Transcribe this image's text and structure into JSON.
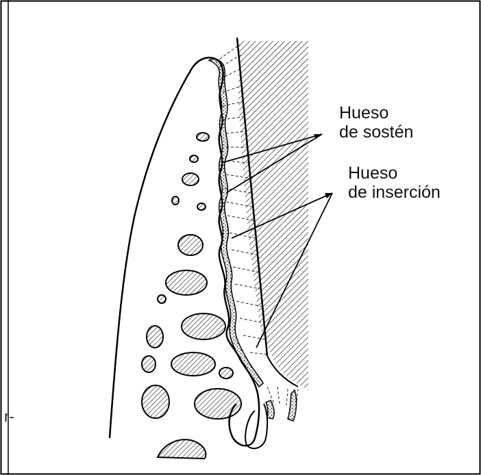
{
  "labels": {
    "supporting_bone": [
      "Hueso",
      "de sostén"
    ],
    "insertion_bone": [
      "Hueso",
      "de inserción"
    ]
  },
  "edge_fragment": "r-",
  "colors": {
    "ink": "#111111",
    "background": "#ffffff",
    "frame": "#000000"
  }
}
